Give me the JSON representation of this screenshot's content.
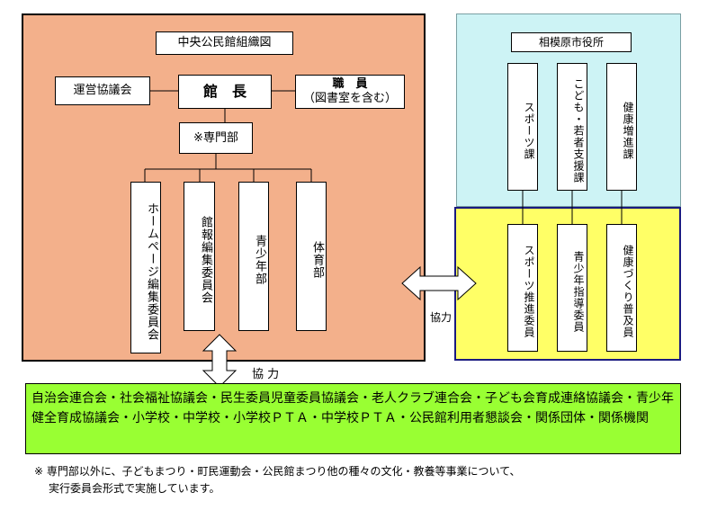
{
  "colors": {
    "center_bg": "#f3b08b",
    "city_bg": "#cdf3f5",
    "yellow_bg": "#ffff66",
    "green_bg": "#99ff33",
    "navy": "#1a1a80"
  },
  "center": {
    "title": "中央公民館組織図",
    "council": "運営協議会",
    "director": "館　長",
    "staff_line1": "職　員",
    "staff_line2": "（図書室を含む）",
    "dept": "※専門部",
    "committees": [
      "ホームページ編集委員会",
      "館報編集委員会",
      "青少年部",
      "体育部"
    ]
  },
  "city": {
    "title": "相模原市役所",
    "sections": [
      "スポーツ課",
      "こども・若者支援課",
      "健康増進課"
    ],
    "commissioners": [
      "スポーツ推進委員",
      "青少年指導委員",
      "健康づくり普及員"
    ]
  },
  "cooperation_right": "協力",
  "cooperation_bottom": "協 力",
  "groups_text": "自治会連合会・社会福祉協議会・民生委員児童委員協議会・老人クラブ連合会・子ども会育成連絡協議会・青少年健全育成協議会・小学校・中学校・小学校ＰＴＡ・中学校ＰＴＡ・公民館利用者懇談会・関係団体・関係機関",
  "footnote_line1": "※ 専門部以外に、子どもまつり・町民運動会・公民館まつり他の種々の文化・教養等事業について、",
  "footnote_line2": "実行委員会形式で実施しています。"
}
